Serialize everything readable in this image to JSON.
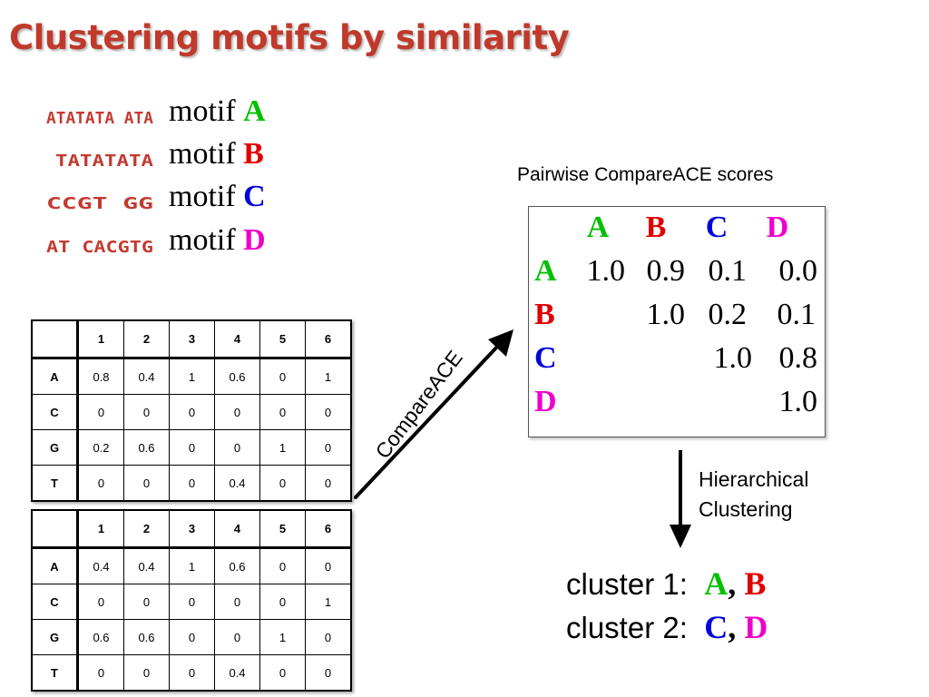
{
  "title": "Clustering motifs by similarity",
  "colors": {
    "A": "#00c000",
    "B": "#e00000",
    "C": "#0000dd",
    "D": "#ee00cc",
    "title": "#c0392b",
    "logo": "#c43a30"
  },
  "motifs": [
    {
      "logo_text": "ATATATA_ATA",
      "word": "motif",
      "letter": "A",
      "color": "#00c000"
    },
    {
      "logo_text": "TATATATA",
      "word": "motif",
      "letter": "B",
      "color": "#e00000"
    },
    {
      "logo_text": "CCGT_GG",
      "word": "motif",
      "letter": "C",
      "color": "#0000dd"
    },
    {
      "logo_text": "AT_CACGTG",
      "word": "motif",
      "letter": "D",
      "color": "#ee00cc"
    }
  ],
  "pwm_tables": [
    {
      "columns": [
        "1",
        "2",
        "3",
        "4",
        "5",
        "6"
      ],
      "rows": [
        {
          "base": "A",
          "values": [
            "0.8",
            "0.4",
            "1",
            "0.6",
            "0",
            "1"
          ]
        },
        {
          "base": "C",
          "values": [
            "0",
            "0",
            "0",
            "0",
            "0",
            "0"
          ]
        },
        {
          "base": "G",
          "values": [
            "0.2",
            "0.6",
            "0",
            "0",
            "1",
            "0"
          ]
        },
        {
          "base": "T",
          "values": [
            "0",
            "0",
            "0",
            "0.4",
            "0",
            "0"
          ]
        }
      ]
    },
    {
      "columns": [
        "1",
        "2",
        "3",
        "4",
        "5",
        "6"
      ],
      "rows": [
        {
          "base": "A",
          "values": [
            "0.4",
            "0.4",
            "1",
            "0.6",
            "0",
            "0"
          ]
        },
        {
          "base": "C",
          "values": [
            "0",
            "0",
            "0",
            "0",
            "0",
            "1"
          ]
        },
        {
          "base": "G",
          "values": [
            "0.6",
            "0.6",
            "0",
            "0",
            "1",
            "0"
          ]
        },
        {
          "base": "T",
          "values": [
            "0",
            "0",
            "0",
            "0.4",
            "0",
            "0"
          ]
        }
      ]
    }
  ],
  "compare_label": "CompareACE",
  "pairwise": {
    "caption": "Pairwise CompareACE scores",
    "labels": [
      "A",
      "B",
      "C",
      "D"
    ],
    "rows": [
      [
        "1.0",
        "0.9",
        "0.1",
        "0.0"
      ],
      [
        "",
        "1.0",
        "0.2",
        "0.1"
      ],
      [
        "",
        "",
        "1.0",
        "0.8"
      ],
      [
        "",
        "",
        "",
        "1.0"
      ]
    ]
  },
  "hierarchical": {
    "line1": "Hierarchical",
    "line2": "Clustering"
  },
  "clusters": [
    {
      "label": "cluster 1:",
      "members": [
        "A",
        "B"
      ]
    },
    {
      "label": "cluster 2:",
      "members": [
        "C",
        "D"
      ]
    }
  ]
}
